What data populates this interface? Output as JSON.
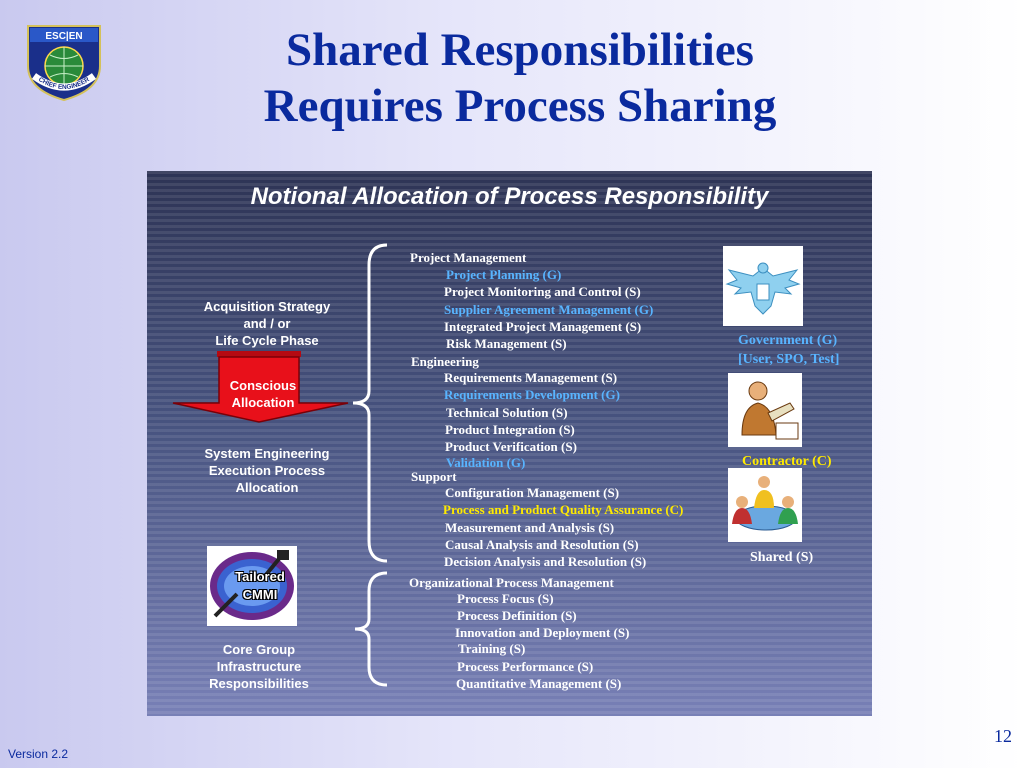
{
  "slide": {
    "title_line1": "Shared Responsibilities",
    "title_line2": "Requires Process Sharing",
    "logo_text_top": "ESC|EN",
    "logo_text_bottom": "CHIEF ENGINEER",
    "page_number": "12",
    "version": "Version 2.2"
  },
  "panel": {
    "title": "Notional Allocation of Process Responsibility",
    "left_labels": {
      "acquisition": [
        "Acquisition Strategy",
        "and / or",
        "Life Cycle Phase"
      ],
      "arrow": [
        "Conscious",
        "Allocation"
      ],
      "system_engineering": [
        "System Engineering",
        "Execution Process",
        "Allocation"
      ],
      "cmmi_badge": [
        "Tailored",
        "CMMI"
      ],
      "core_group": [
        "Core Group",
        "Infrastructure",
        "Responsibilities"
      ]
    },
    "process_list": [
      {
        "text": "Project Management",
        "color": "white"
      },
      {
        "text": "Project Planning (G)",
        "color": "blue"
      },
      {
        "text": "Project Monitoring and Control (S)",
        "color": "white"
      },
      {
        "text": "Supplier Agreement Management (G)",
        "color": "blue"
      },
      {
        "text": "Integrated Project Management (S)",
        "color": "white"
      },
      {
        "text": "Risk Management (S)",
        "color": "white"
      },
      {
        "text": "Engineering",
        "color": "white"
      },
      {
        "text": "Requirements Management (S)",
        "color": "white"
      },
      {
        "text": "Requirements Development (G)",
        "color": "blue"
      },
      {
        "text": "Technical Solution (S)",
        "color": "white"
      },
      {
        "text": "Product Integration (S)",
        "color": "white"
      },
      {
        "text": "Product Verification (S)",
        "color": "white"
      },
      {
        "text": "Validation (G)",
        "color": "blue"
      },
      {
        "text": "Support",
        "color": "white"
      },
      {
        "text": "Configuration Management (S)",
        "color": "white"
      },
      {
        "text": "Process and Product Quality Assurance (C)",
        "color": "yellow"
      },
      {
        "text": "Measurement and Analysis (S)",
        "color": "white"
      },
      {
        "text": "Causal Analysis and Resolution (S)",
        "color": "white"
      },
      {
        "text": "Decision Analysis and Resolution (S)",
        "color": "white"
      },
      {
        "text": "Organizational Process Management",
        "color": "white"
      },
      {
        "text": "Process Focus (S)",
        "color": "white"
      },
      {
        "text": "Process Definition (S)",
        "color": "white"
      },
      {
        "text": "Innovation and Deployment (S)",
        "color": "white"
      },
      {
        "text": "Training (S)",
        "color": "white"
      },
      {
        "text": "Process Performance (S)",
        "color": "white"
      },
      {
        "text": "Quantitative Management (S)",
        "color": "white"
      }
    ],
    "legend": {
      "government_line1": "Government (G)",
      "government_line2": "[User, SPO, Test]",
      "contractor": "Contractor (C)",
      "shared": "Shared (S)"
    }
  },
  "colors": {
    "title": "#0a2a9e",
    "white_item": "#ffffff",
    "blue_item": "#58b4ff",
    "yellow_item": "#ffea00",
    "arrow": "#e8101a"
  },
  "icons": [
    "eagle-seal-icon",
    "contractor-person-icon",
    "shared-meeting-icon",
    "cmmi-badge-icon"
  ]
}
